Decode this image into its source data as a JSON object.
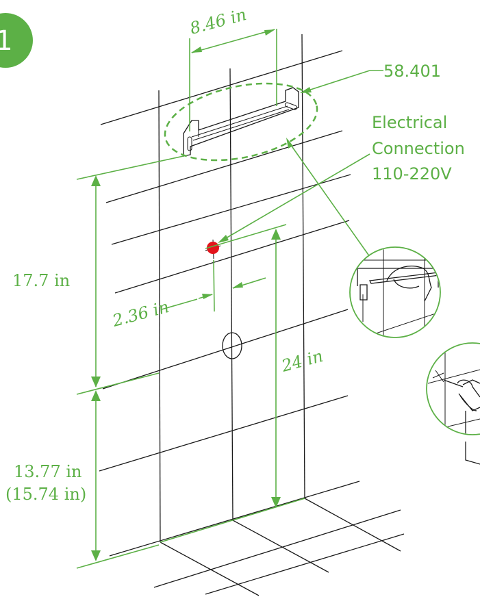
{
  "step": {
    "number": "1"
  },
  "dimensions": {
    "bracket_width": "8.46 in",
    "outlet_offset": "2.36 in",
    "bracket_height": "17.7 in",
    "outlet_height": "24 in",
    "base_height": "13.77 in",
    "base_height_alt": "(15.74 in)"
  },
  "labels": {
    "part_number": "58.401",
    "electrical_line1": "Electrical",
    "electrical_line2": "Connection",
    "electrical_line3": "110-220V"
  },
  "colors": {
    "accent": "#5cb046",
    "outlet_marker": "#e3141b",
    "ink": "#1a1a1a"
  },
  "icons": [
    "pencil-marking-icon",
    "drill-icon"
  ]
}
